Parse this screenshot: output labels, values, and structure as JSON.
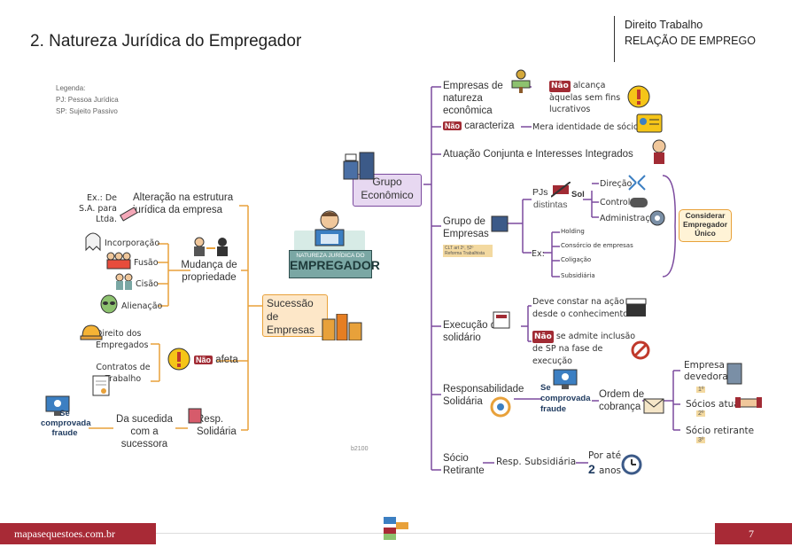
{
  "header": {
    "title": "2. Natureza Jurídica do Empregador",
    "subject": "Direito Trabalho",
    "topic": "RELAÇÃO DE EMPREGO"
  },
  "legend": {
    "title": "Legenda:",
    "pj": "PJ: Pessoa Jurídica",
    "sp": "SP: Sujeito Passivo"
  },
  "center": {
    "line1": "NATUREZA JURÍDICA DO",
    "line2": "EMPREGADOR"
  },
  "left": {
    "sucessao": "Sucessão de Empresas",
    "alteracao": "Alteração na estrutura jurídica da empresa",
    "alteracao_ex": "Ex.: De S.A. para Ltda.",
    "mudanca": "Mudança de propriedade",
    "incorporacao": "Incorporação",
    "fusao": "Fusão",
    "cisao": "Cisão",
    "alienacao": "Alienação",
    "nao": "Não",
    "afeta": "afeta",
    "direito": "Direito dos Empregados",
    "contratos": "Contratos de Trabalho",
    "resp": "Resp. Solidária",
    "sucedida": "Da sucedida com a sucessora",
    "se_comprovada": "Se comprovada fraude"
  },
  "right": {
    "grupo": "Grupo Econômico",
    "empresas_natureza": "Empresas de natureza econômica",
    "nao_alcanca": "alcança àquelas sem fins lucrativos",
    "nao_caracteriza": "caracteriza",
    "mera": "Mera identidade de sócios",
    "atuacao": "Atuação Conjunta e Interesses Integrados",
    "grupo_empresas": "Grupo de Empresas",
    "clt": "CLT art 2º, §2º Reforma Trabalhista",
    "pjs": "PJs",
    "sol": "Sol",
    "distintas": "distintas",
    "direcao": "Direção",
    "controle": "Controle",
    "administracao": "Administração",
    "considerar": "Considerar Empregador Único",
    "ex": "Ex:",
    "holding": "Holding",
    "consorcio": "Consórcio de empresas",
    "coligacao": "Coligação",
    "subsidiaria": "Subsidiária",
    "execucao": "Execução do solidário",
    "deve_constar": "Deve constar na ação desde o conhecimento",
    "nao_admite": "se admite inclusão de SP na fase de execução",
    "resp_solidaria": "Responsabilidade Solidária",
    "se_comprovada": "Se comprovada fraude",
    "ordem": "Ordem de cobrança",
    "empresa_devedora": "Empresa devedora",
    "socios_atuais": "Sócios atuais",
    "socio_retirante": "Sócio retirante",
    "n1": "1º",
    "n2": "2º",
    "n3": "3º",
    "socio_ret": "Sócio Retirante",
    "resp_subsidiaria": "Resp. Subsidiária",
    "por_ate": "Por até",
    "dois": "2",
    "anos": "anos"
  },
  "footer": {
    "site": "mapasequestoes.com.br",
    "page": "7",
    "code": "b2100"
  },
  "colors": {
    "purple": "#7b4a9e",
    "orange": "#e8a13a",
    "brand": "#a82a36"
  }
}
